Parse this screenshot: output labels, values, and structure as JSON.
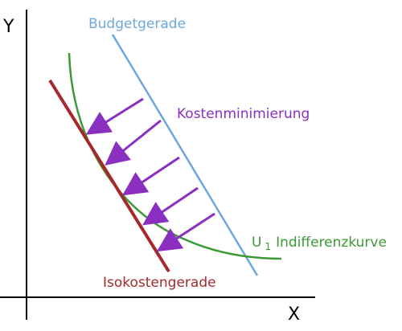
{
  "axes": {
    "y_label": "Y",
    "x_label": "X"
  },
  "labels": {
    "budget": "Budgetgerade",
    "cost_min": "Kostenminimierung",
    "indiff_u": "U",
    "indiff_sub": "1",
    "indiff_name": "Indifferenzkurve",
    "isocost": "Isokostengerade"
  },
  "colors": {
    "axis": "#000000",
    "budget": "#6aa8de",
    "isocost": "#a5282c",
    "indifference": "#3a9a35",
    "arrows": "#8a2fbf",
    "label_budget": "#6aa8de",
    "label_cost_min": "#8a2fbf",
    "label_indiff": "#3a9a35",
    "label_isocost": "#a5282c"
  },
  "arrow_count": 5
}
